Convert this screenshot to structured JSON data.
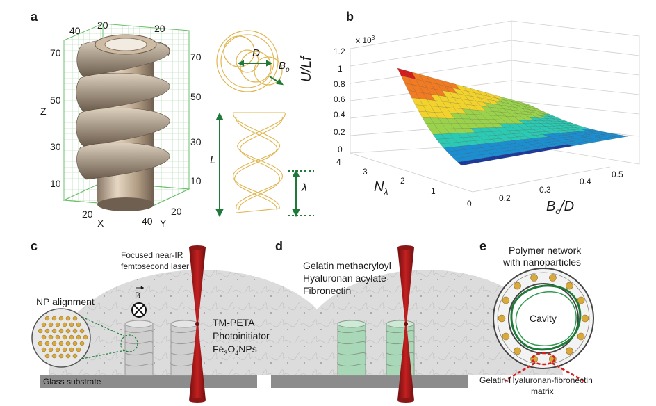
{
  "panels": {
    "a": {
      "label": "a",
      "axis_ticks": {
        "back_top_left": "40",
        "back_top_mid": "20",
        "back_top_right": "20",
        "left_z": [
          "70",
          "50",
          "30",
          "10"
        ],
        "right_z": [
          "70",
          "50",
          "30",
          "10"
        ],
        "bottom_left": "20",
        "bottom_right": "20",
        "bottom_right2": "40"
      },
      "axis_names": {
        "x": "X",
        "y": "Y",
        "z": "Z"
      },
      "schematic": {
        "D": "D",
        "Bo": "B",
        "Bo_sub": "o",
        "L": "L",
        "lambda": "λ"
      },
      "colors": {
        "tube": "#b9a58c",
        "grid": "#7cc77c",
        "schematic": "#e0b550",
        "arrow": "#1f7a3a"
      }
    },
    "b": {
      "label": "b",
      "z_scale": "x 10",
      "z_scale_exp": "3",
      "z_ticks": [
        "1.2",
        "1",
        "0.8",
        "0.6",
        "0.4",
        "0.2",
        "0"
      ],
      "z_label": "U/Lf",
      "n_ticks": [
        "4",
        "3",
        "2",
        "1",
        "0"
      ],
      "n_label": "N",
      "n_label_sub": "λ",
      "b_ticks": [
        "0.2",
        "0.3",
        "0.4",
        "0.5"
      ],
      "b_label": "B",
      "b_label_sub": "o",
      "b_label_tail": "/D"
    },
    "c": {
      "label": "c",
      "laser_text": [
        "Focused near-IR",
        "femtosecond laser"
      ],
      "np_alignment": "NP alignment",
      "b_field": "B",
      "materials": [
        "TM-PETA",
        "Photoinitiator"
      ],
      "fe3o4": {
        "a": "Fe",
        "s1": "3",
        "b": "O",
        "s2": "4",
        "c": "NPs"
      },
      "substrate": "Glass substrate"
    },
    "d": {
      "label": "d",
      "materials": [
        "Gelatin methacryloyl",
        "Hyaluronan acylate",
        "Fibronectin"
      ]
    },
    "e": {
      "label": "e",
      "title": [
        "Polymer network",
        "with nanoparticles"
      ],
      "cavity": "Cavity",
      "matrix": [
        "Gelatin-Hyaluronan-fibronectin",
        "matrix"
      ]
    }
  },
  "chart_data": {
    "type": "surface",
    "z_label": "U/Lf",
    "z_scale": "x 10^3",
    "z_range": [
      0,
      1.2
    ],
    "n_lambda": [
      0,
      1,
      2,
      3,
      4
    ],
    "bo_over_d": [
      0.15,
      0.2,
      0.3,
      0.4,
      0.5
    ],
    "surface_corners": [
      {
        "n_lambda": 4,
        "bo_over_d": 0.15,
        "value": 1.0
      },
      {
        "n_lambda": 0,
        "bo_over_d": 0.15,
        "value": 0.0
      },
      {
        "n_lambda": 4,
        "bo_over_d": 0.5,
        "value": 0.5
      },
      {
        "n_lambda": 0,
        "bo_over_d": 0.5,
        "value": 0.1
      }
    ],
    "colormap": [
      "#1d3a9a",
      "#1b8fd1",
      "#2cc9b3",
      "#9ad34b",
      "#f2d22d",
      "#f07b22",
      "#d21e1e"
    ]
  }
}
